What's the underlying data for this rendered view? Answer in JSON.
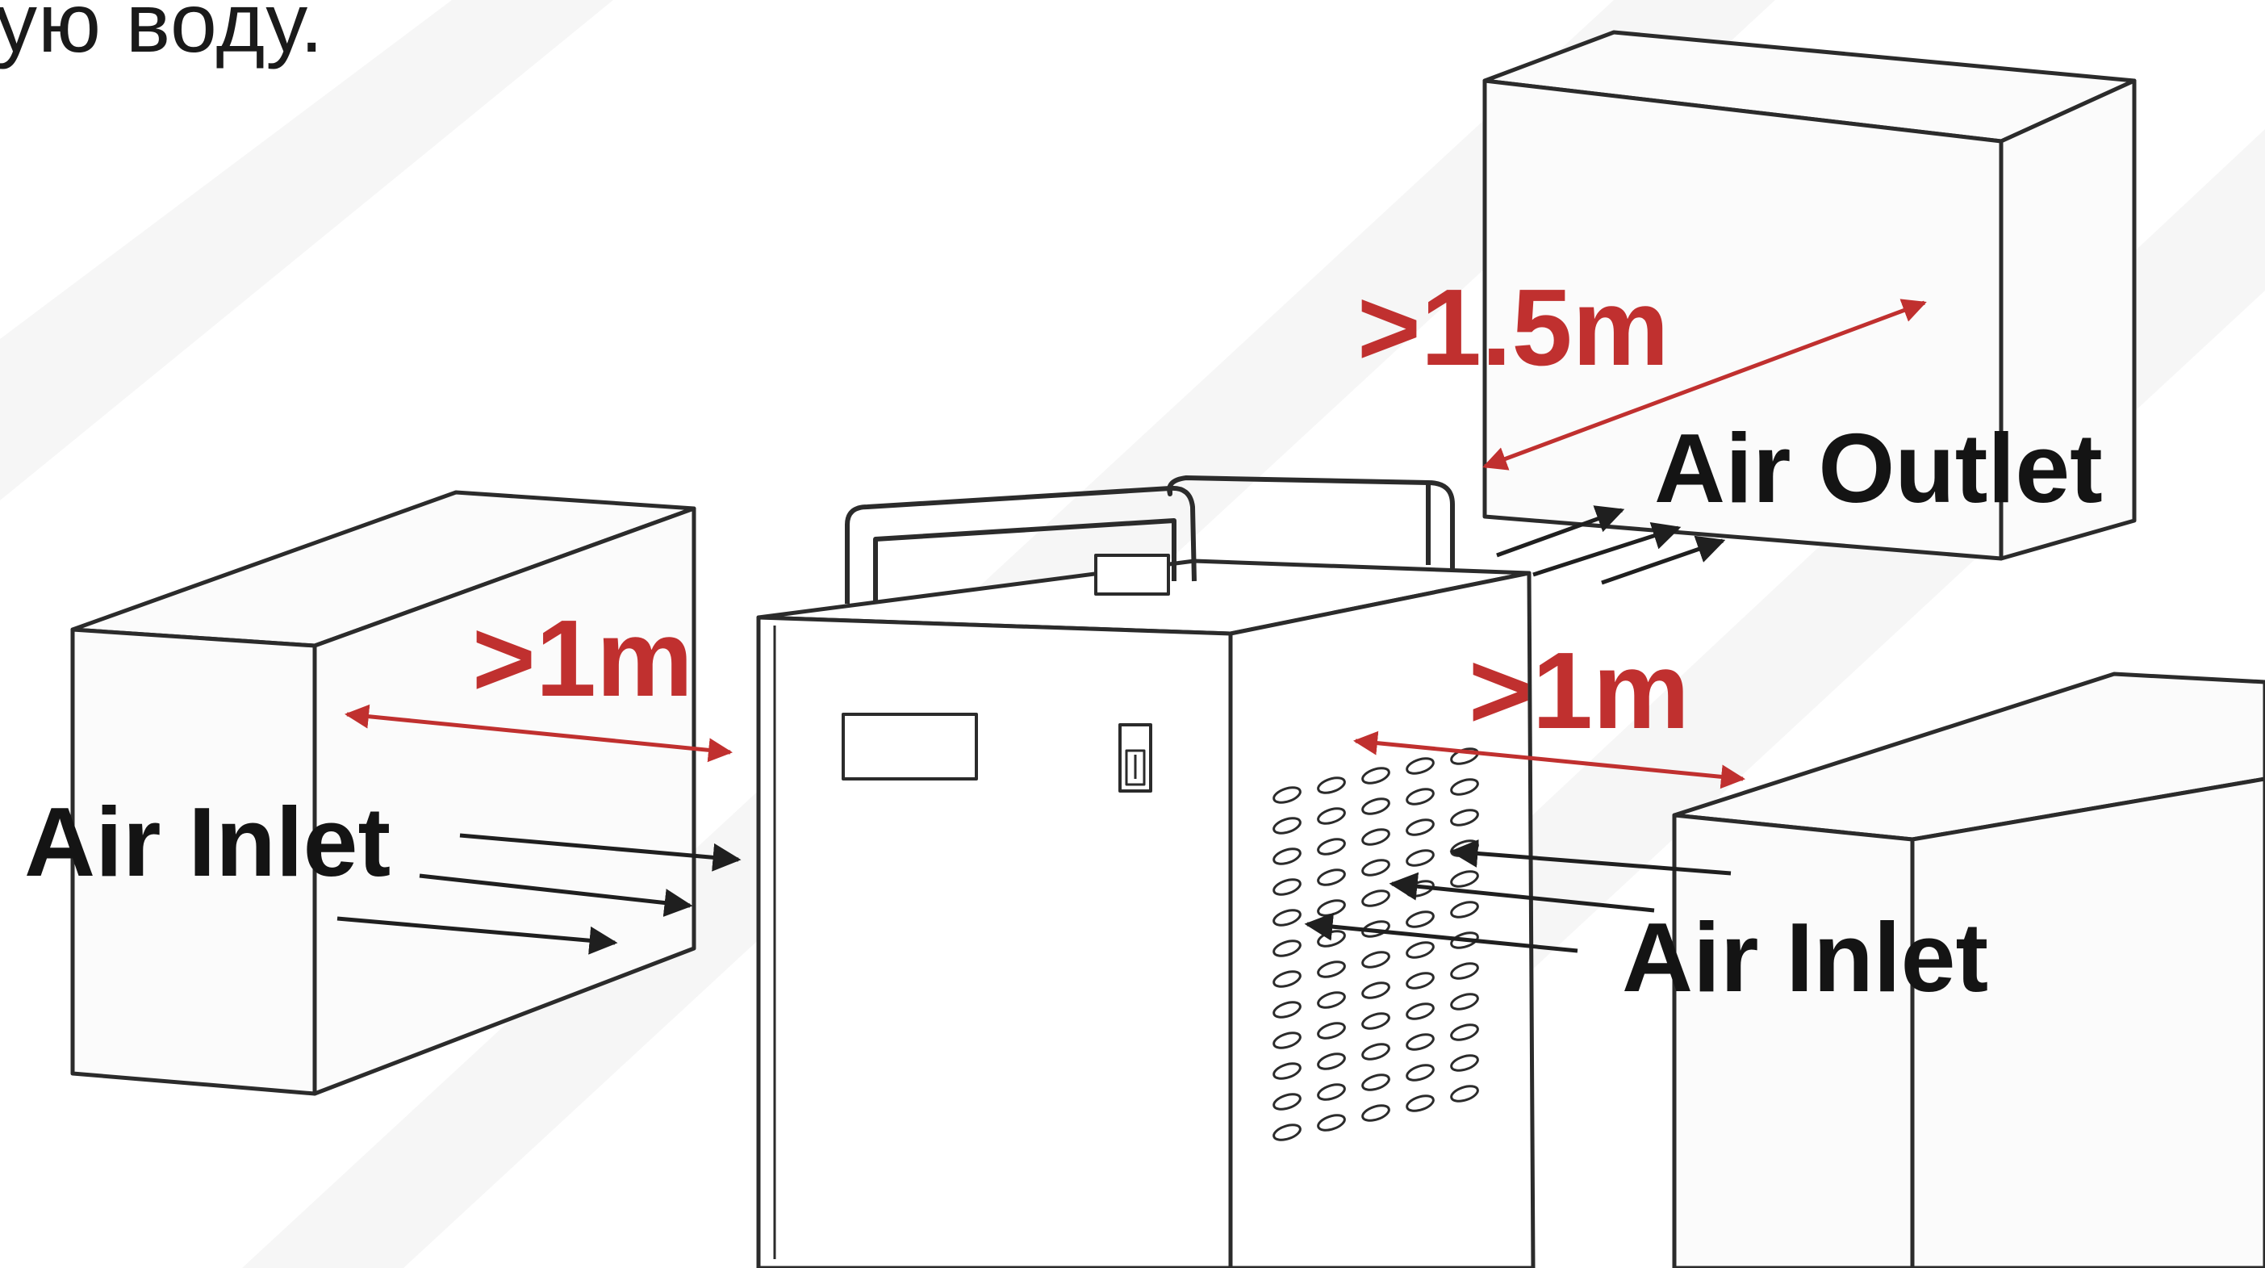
{
  "caption": "ую воду.",
  "colors": {
    "line": "#2b2b2b",
    "dimension": "#c0302f",
    "arrow": "#1f1f1f",
    "stripe": "#f6f6f6"
  },
  "labels": {
    "air_inlet_left": "Air Inlet",
    "air_inlet_right": "Air Inlet",
    "air_outlet": "Air Outlet",
    "dim_left": ">1m",
    "dim_right": ">1m",
    "dim_back": ">1.5m"
  },
  "chiller": {
    "display_icon": "display-panel-icon",
    "switch_icon": "power-switch-icon",
    "vent_icon": "vent-grille-icon",
    "vent_rows": 12,
    "vent_cols": 5
  }
}
